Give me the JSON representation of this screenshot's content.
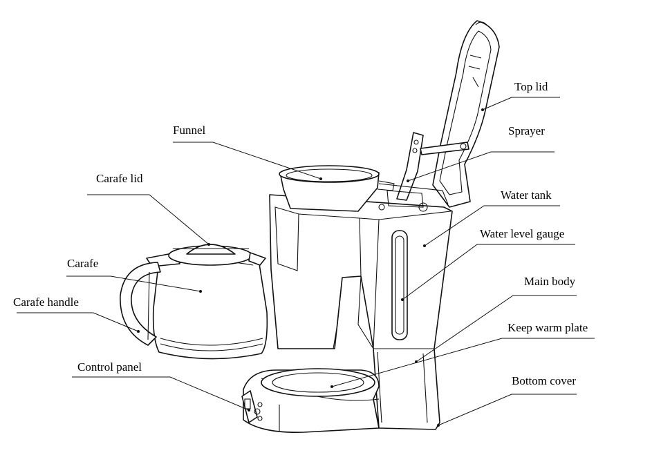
{
  "labels": {
    "top_lid": "Top lid",
    "sprayer": "Sprayer",
    "funnel": "Funnel",
    "carafe_lid": "Carafe lid",
    "water_tank": "Water tank",
    "water_level_gauge": "Water level gauge",
    "carafe": "Carafe",
    "main_body": "Main body",
    "carafe_handle": "Carafe handle",
    "keep_warm_plate": "Keep warm plate",
    "control_panel": "Control panel",
    "bottom_cover": "Bottom cover"
  }
}
